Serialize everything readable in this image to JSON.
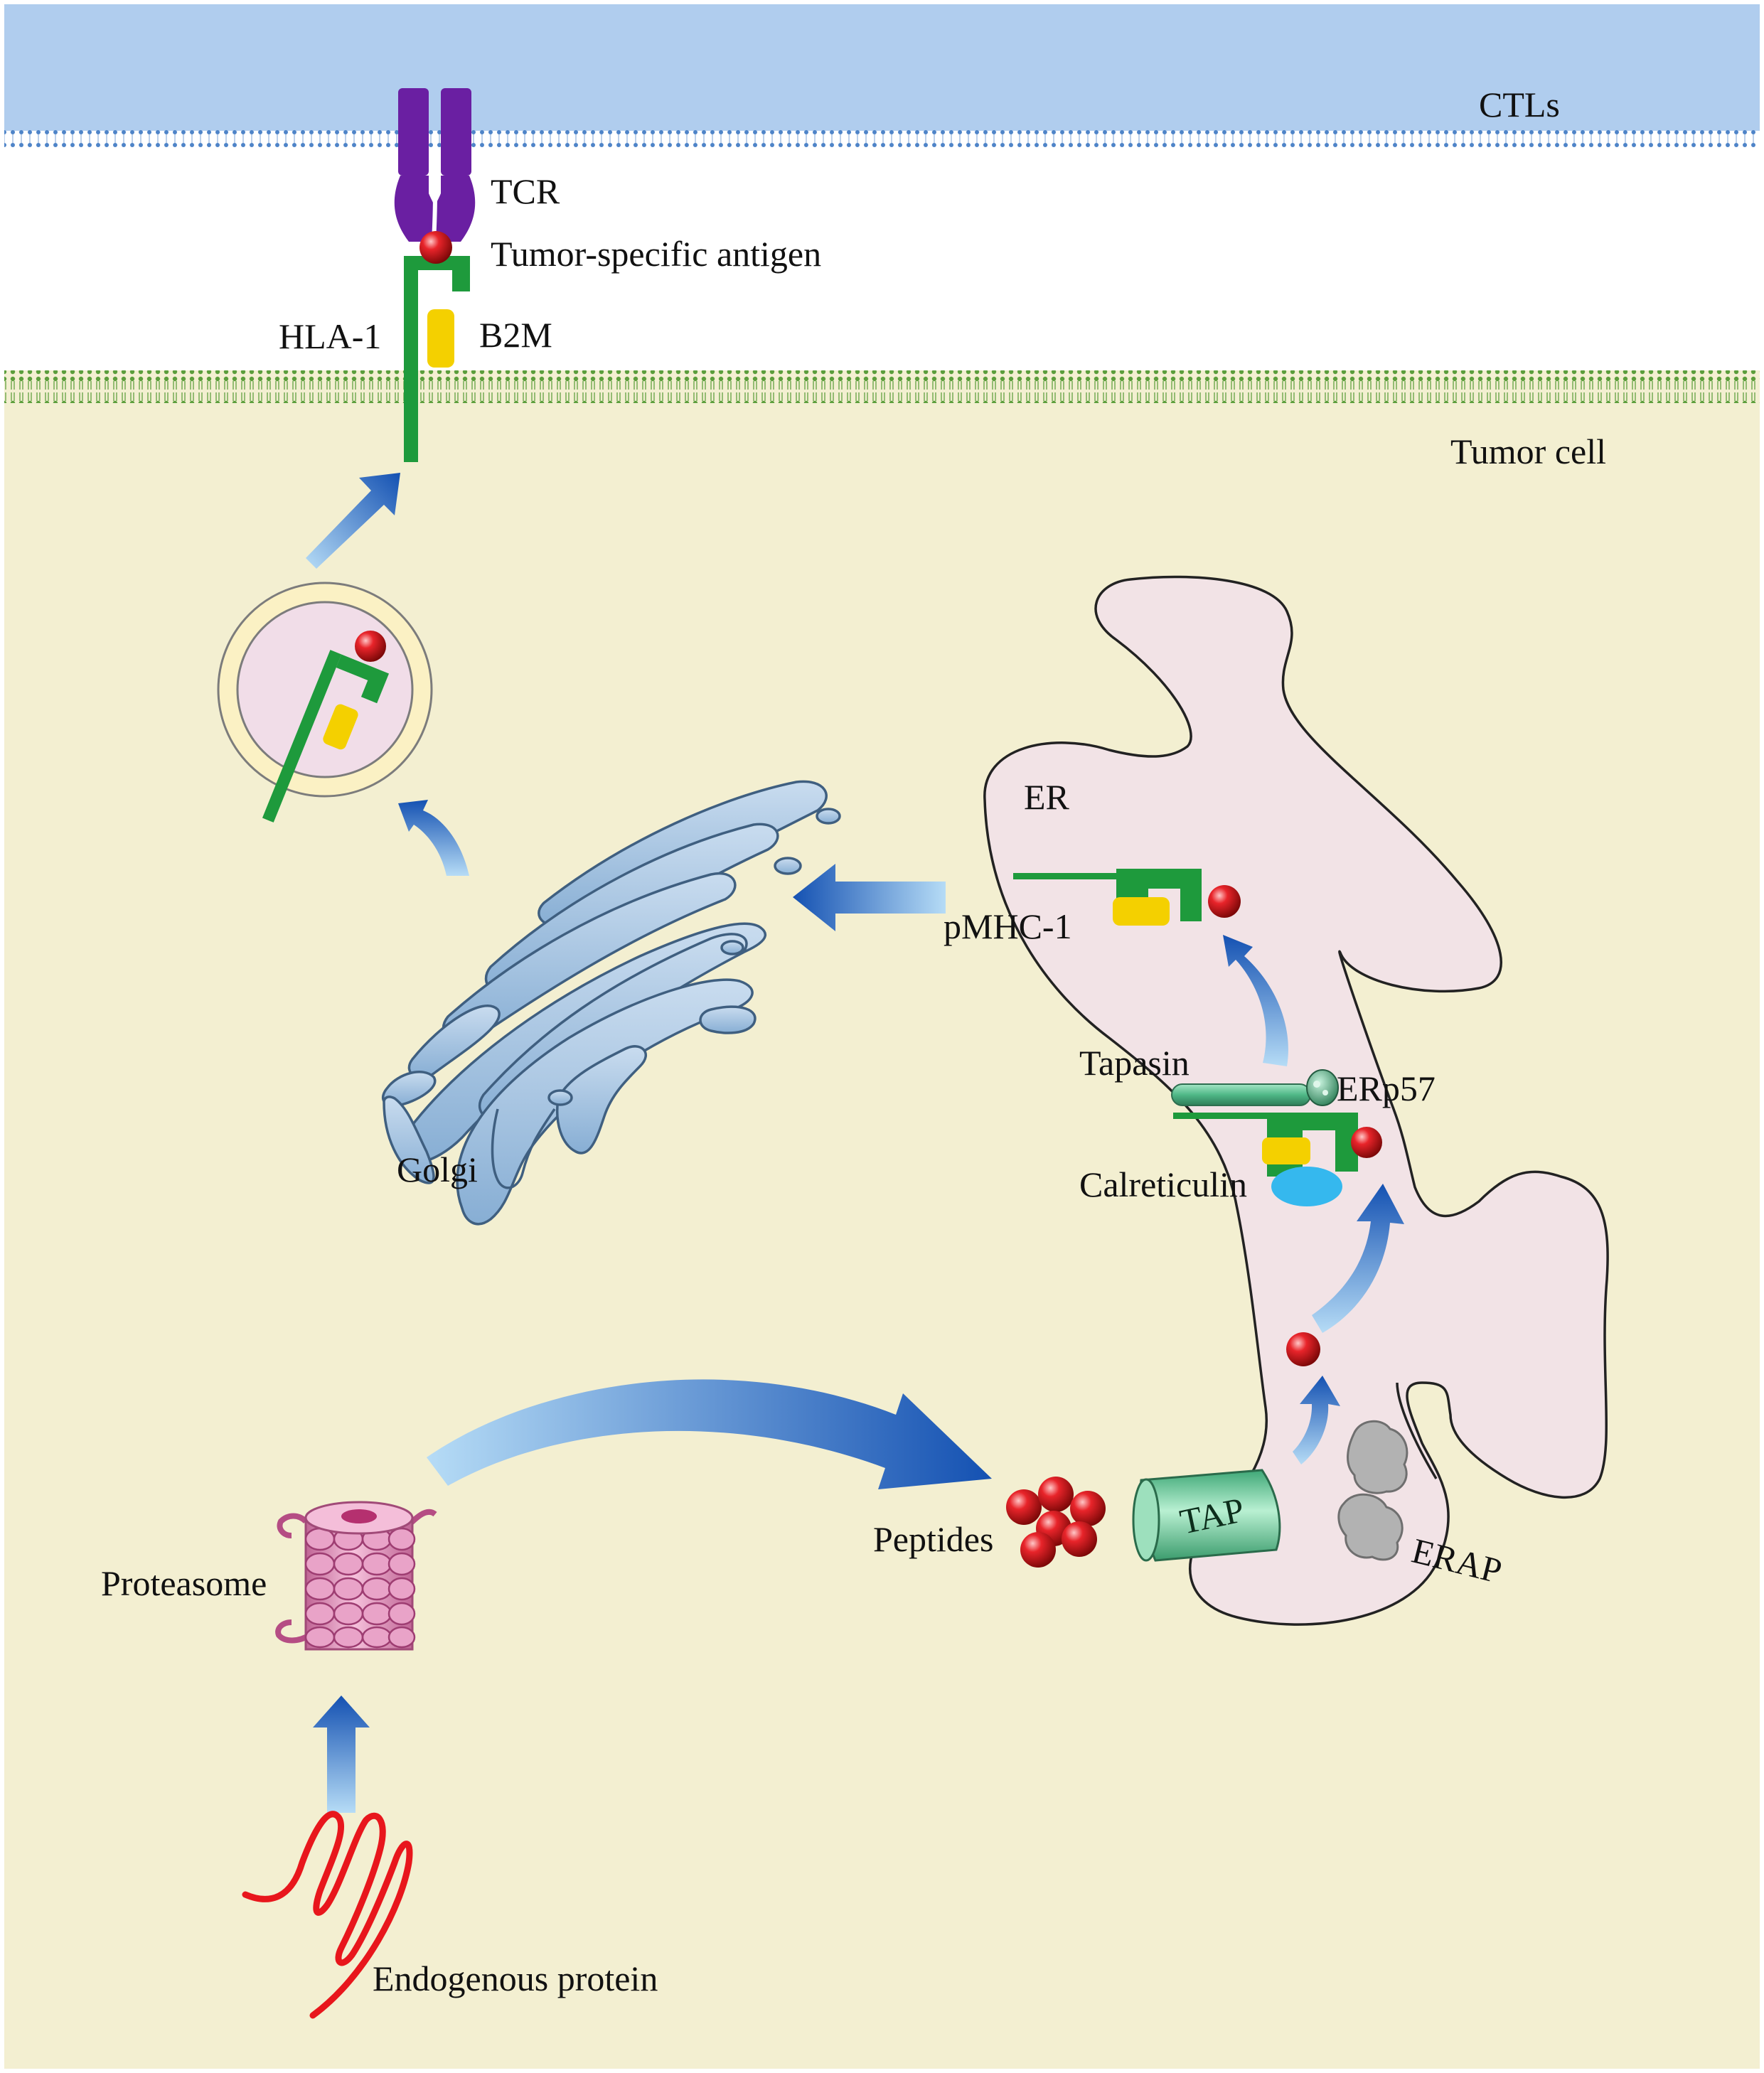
{
  "labels": {
    "ctls": "CTLs",
    "tcr": "TCR",
    "tumor_specific_antigen": "Tumor-specific antigen",
    "hla1": "HLA-1",
    "b2m": "B2M",
    "tumor_cell": "Tumor cell",
    "er": "ER",
    "pmhc1": "pMHC-1",
    "golgi": "Golgi",
    "tapasin": "Tapasin",
    "erp57": "ERp57",
    "calreticulin": "Calreticulin",
    "peptides": "Peptides",
    "tap": "TAP",
    "erap": "ERAP",
    "proteasome": "Proteasome",
    "endogenous_protein": "Endogenous protein"
  },
  "colors": {
    "ctl_region": "#b0cdee",
    "membrane_ctl": "#4e84c8",
    "membrane_tumor": "#6aa64a",
    "tumor_cytoplasm": "#f3efd1",
    "er_fill": "#f2e3e6",
    "tcr": "#6a1fa2",
    "hla": "#1e9a3c",
    "b2m": "#f4d000",
    "peptide": "#d3151c",
    "arrow": "#1a5fb8",
    "golgi": "#9cbcdb",
    "tap": "#7fd0a6",
    "calreticulin": "#35b8ee",
    "erap": "#b2b2b2",
    "proteasome": "#e39ac0",
    "endogenous_protein": "#e8161c"
  },
  "icons": [
    "tcr-icon",
    "hla1-icon",
    "peptide-icon",
    "vesicle-icon",
    "golgi-icon",
    "er-icon",
    "tap-icon",
    "erap-icon",
    "tapasin-icon",
    "erp57-icon",
    "calreticulin-icon",
    "proteasome-icon",
    "endogenous-protein-icon",
    "flow-arrow-icon"
  ]
}
